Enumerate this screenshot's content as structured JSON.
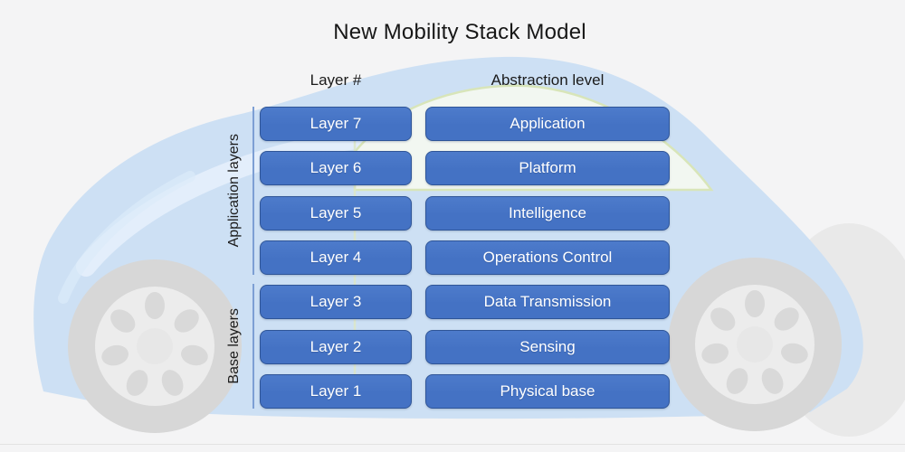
{
  "title": "New Mobility Stack Model",
  "columns": {
    "layer_header": "Layer #",
    "abstraction_header": "Abstraction level"
  },
  "groups": {
    "application": {
      "label": "Application layers",
      "covers_rows": [
        "Layer 7",
        "Layer 6",
        "Layer 5",
        "Layer 4"
      ]
    },
    "base": {
      "label": "Base layers",
      "covers_rows": [
        "Layer 3",
        "Layer 2",
        "Layer 1"
      ]
    }
  },
  "rows": [
    {
      "layer": "Layer 7",
      "level": "Application"
    },
    {
      "layer": "Layer 6",
      "level": "Platform"
    },
    {
      "layer": "Layer 5",
      "level": "Intelligence"
    },
    {
      "layer": "Layer 4",
      "level": "Operations Control"
    },
    {
      "layer": "Layer 3",
      "level": "Data Transmission"
    },
    {
      "layer": "Layer 2",
      "level": "Sensing"
    },
    {
      "layer": "Layer 1",
      "level": "Physical base"
    }
  ],
  "colors": {
    "background": "#f4f4f5",
    "box_fill": "#4472c4",
    "box_fill_light": "#4d7bcb",
    "box_border": "#2f5597",
    "box_text": "#ffffff",
    "bracket_line": "#7d9fd4",
    "title_text": "#171717",
    "car_body": "#cde0f4",
    "car_highlight": "#e4eefb",
    "window_fill": "#f2f7f1",
    "window_outline": "#d8e5b9",
    "tire": "#d7d7d7",
    "hub": "#ececec",
    "lug_hole": "#d9d9d9",
    "rear_shadow": "#e9e9e9"
  }
}
